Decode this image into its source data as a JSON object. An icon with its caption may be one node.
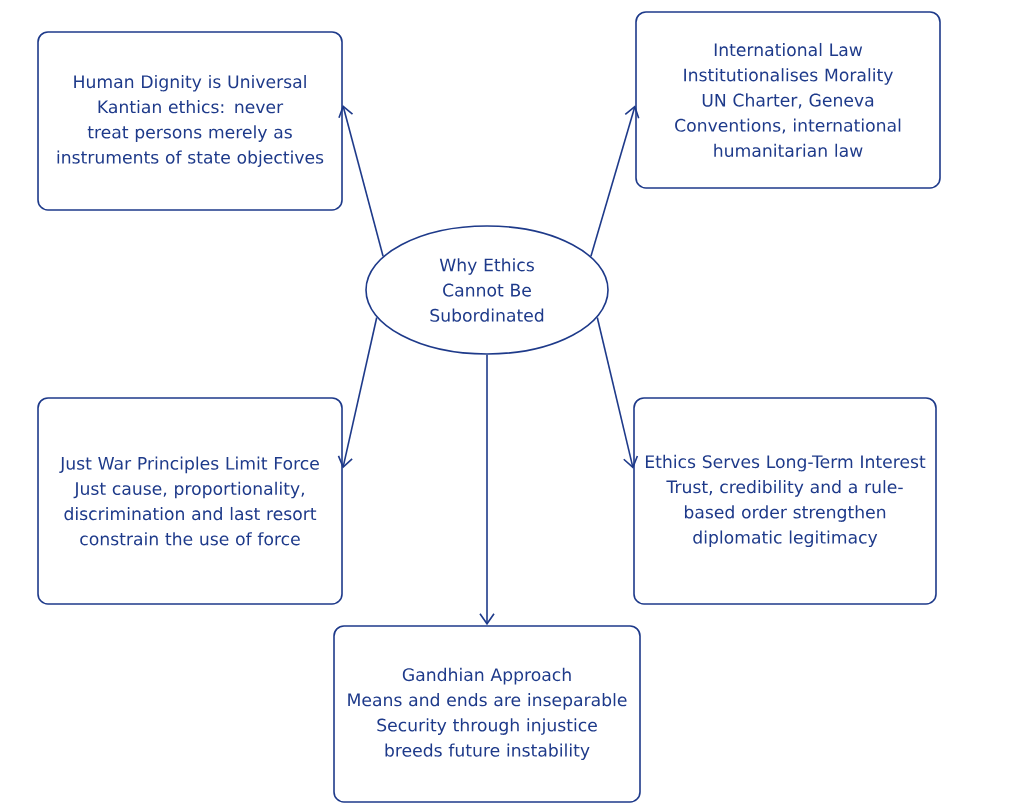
{
  "diagram": {
    "nodes": [
      {
        "text": [
          "Human Dignity is Universal",
          "Kantian ethics: never treat persons merely as instruments of state objectives"
        ]
      },
      {
        "text": [
          "International Law Institutionalises Morality",
          "UN Charter, Geneva Conventions, international humanitarian law"
        ]
      },
      {
        "text": [
          "Why Ethics Cannot Be Subordinated"
        ]
      },
      {
        "text": [
          "Just War Principles Limit Force",
          "Just cause, proportionality, discrimination and last resort constrain the use of force"
        ]
      },
      {
        "text": [
          "Ethics Serves Long-Term Interest",
          "Trust, credibility and a rule-based order strengthen diplomatic legitimacy"
        ]
      },
      {
        "text": [
          "Gandhian Approach",
          "Means and ends are inseparable Security through injustice breeds future instability"
        ]
      }
    ],
    "edges": [
      {
        "from": 2,
        "to": 0,
        "arrow": "to"
      },
      {
        "from": 2,
        "to": 1,
        "arrow": "to"
      },
      {
        "from": 2,
        "to": 3,
        "arrow": "to"
      },
      {
        "from": 2,
        "to": 4,
        "arrow": "to"
      },
      {
        "from": 2,
        "to": 5,
        "arrow": "to"
      }
    ]
  }
}
